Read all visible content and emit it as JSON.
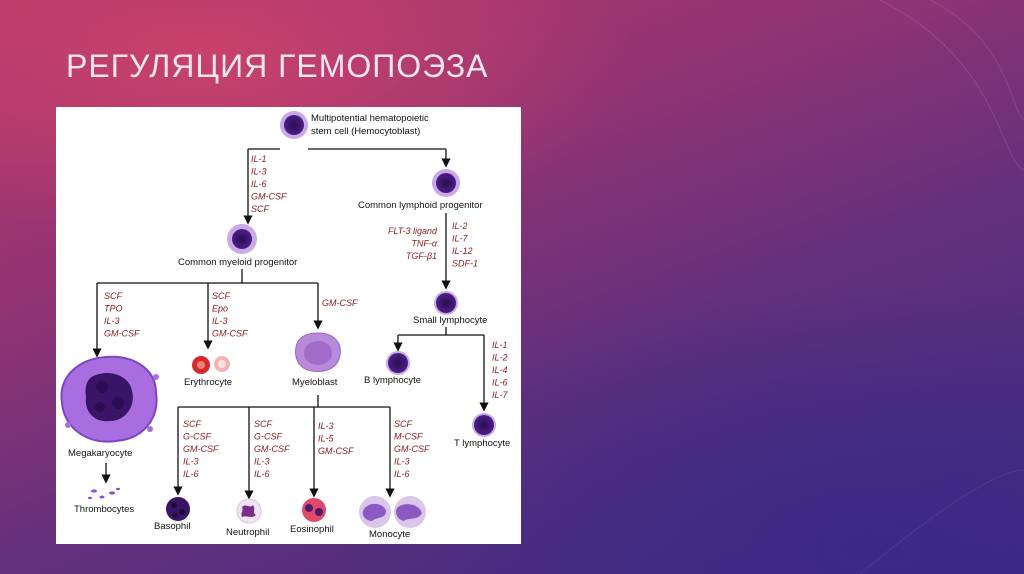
{
  "slide": {
    "title": "РЕГУЛЯЦИЯ ГЕМОПОЭЗА"
  },
  "diagram": {
    "cells": {
      "stem1": "Multipotential hematopoietic",
      "stem2": "stem cell   (Hemocytoblast)",
      "lymphoid": "Common lymphoid progenitor",
      "myeloid": "Common myeloid progenitor",
      "small_lymph": "Small lymphocyte",
      "b_lymph": "B lymphocyte",
      "t_lymph": "T lymphocyte",
      "megakaryocyte": "Megakaryocyte",
      "thrombocytes": "Thrombocytes",
      "erythrocyte": "Erythrocyte",
      "myeloblast": "Myeloblast",
      "basophil": "Basophil",
      "neutrophil": "Neutrophil",
      "eosinophil": "Eosinophil",
      "monocyte": "Monocyte"
    },
    "factors": {
      "stem_to_myeloid": [
        "IL-1",
        "IL-3",
        "IL-6",
        "GM-CSF",
        "SCF"
      ],
      "lymphoid_left": [
        "FLT-3 ligand",
        "TNF-α",
        "TGF-β1"
      ],
      "lymphoid_right": [
        "IL-2",
        "IL-7",
        "IL-12",
        "SDF-1"
      ],
      "to_megakaryocyte": [
        "SCF",
        "TPO",
        "IL-3",
        "GM-CSF"
      ],
      "to_erythrocyte": [
        "SCF",
        "Epo",
        "IL-3",
        "GM-CSF"
      ],
      "to_myeloblast": [
        "GM-CSF"
      ],
      "to_t_lymph": [
        "IL-1",
        "IL-2",
        "IL-4",
        "IL-6",
        "IL-7"
      ],
      "to_basophil": [
        "SCF",
        "G-CSF",
        "GM-CSF",
        "IL-3",
        "IL-6"
      ],
      "to_neutrophil": [
        "SCF",
        "G-CSF",
        "GM-CSF",
        "IL-3",
        "IL-6"
      ],
      "to_eosinophil": [
        "IL-3",
        "IL-5",
        "GM-CSF"
      ],
      "to_monocyte": [
        "SCF",
        "M-CSF",
        "GM-CSF",
        "IL-3",
        "IL-6"
      ]
    },
    "colors": {
      "cell_dark": "#3a1466",
      "cell_light": "#c9a9e6",
      "factor_text": "#8b1f24"
    }
  }
}
